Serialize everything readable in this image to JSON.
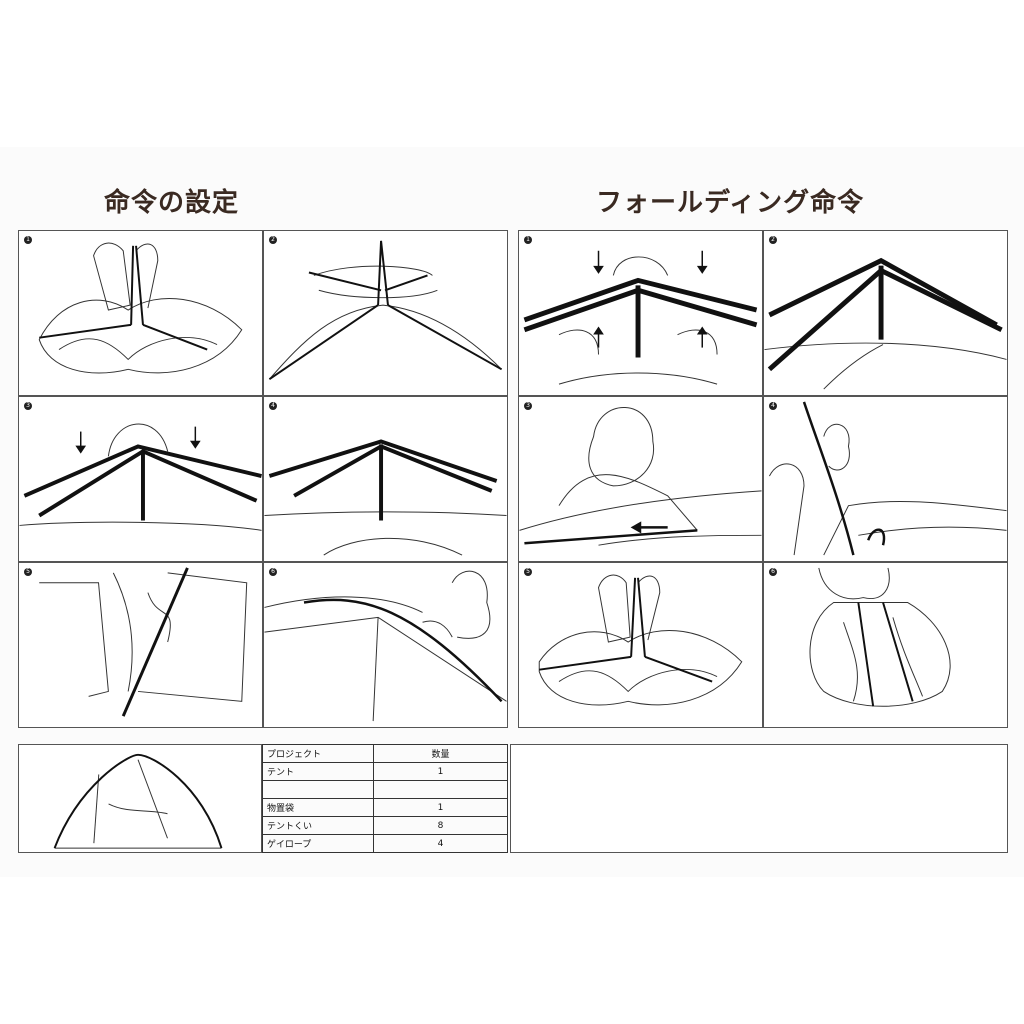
{
  "titles": {
    "setup": "命令の設定",
    "folding": "フォールディング命令"
  },
  "setup_steps": [
    "1",
    "2",
    "3",
    "4",
    "5",
    "6"
  ],
  "folding_steps": [
    "1",
    "2",
    "3",
    "4",
    "5",
    "6"
  ],
  "parts_table": {
    "header": {
      "item": "プロジェクト",
      "qty": "数量"
    },
    "rows": [
      {
        "item": "テント",
        "qty": "1"
      },
      {
        "item": "",
        "qty": ""
      },
      {
        "item": "物置袋",
        "qty": "1"
      },
      {
        "item": "テントくい",
        "qty": "8"
      },
      {
        "item": "ゲイロープ",
        "qty": "4"
      }
    ]
  }
}
